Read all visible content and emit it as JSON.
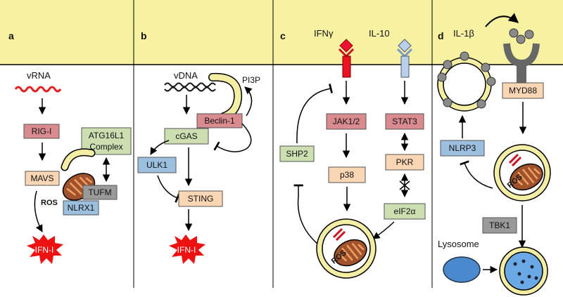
{
  "panels": {
    "a": {
      "label": "a",
      "vrna": "vRNA",
      "rigi": "RIG-I",
      "mavs": "MAVS",
      "atg": [
        "ATG16L1",
        "Complex"
      ],
      "tufm": "TUFM",
      "nlrx1": "NLRX1",
      "ros": "ROS",
      "ifn": "IFN-I"
    },
    "b": {
      "label": "b",
      "vdna": "vDNA",
      "pi3p": "PI3P",
      "beclin": "Beclin-1",
      "cgas": "cGAS",
      "ulk1": "ULK1",
      "sting": "STING",
      "ifn": "IFN-I"
    },
    "c": {
      "label": "c",
      "ifng": "IFNγ",
      "il10": "IL-10",
      "jak": "JAK1/2",
      "stat3": "STAT3",
      "shp2": "SHP2",
      "p38": "p38",
      "pkr": "PKR",
      "eif2a": "eIF2α",
      "ros": "ROS"
    },
    "d": {
      "label": "d",
      "il1b": "IL-1β",
      "myd88": "MYD88",
      "nlrp3": "NLRP3",
      "ros": "ROS",
      "tbk1": "TBK1",
      "lysosome": "Lysosome"
    }
  },
  "colors": {
    "header_band": "#f7f2a2",
    "red_box": "#d98b8f",
    "orange_box": "#fbd6b4",
    "green_box": "#cddfb1",
    "blue_box": "#9cbfe0",
    "grey_box": "#9a9a9a",
    "membrane_yellow": "#f4eda4",
    "mito": "#a0522d",
    "burst": "#ee1111",
    "lysosome_blue": "#4b89cf"
  }
}
